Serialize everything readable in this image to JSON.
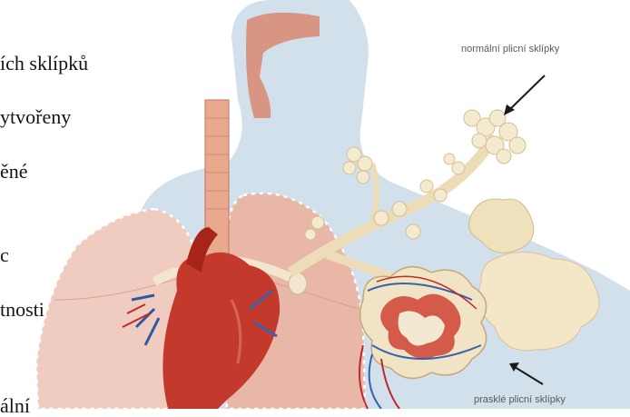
{
  "side_text": [
    "ích sklípků",
    "ytvořeny",
    "ěné",
    "c",
    "tnosti",
    "ální"
  ],
  "annotations": {
    "top_right": "normální plicní sklípky",
    "bottom_right": "prasklé plicní sklípky"
  },
  "colors": {
    "background": "#ffffff",
    "body_silhouette": "#c9dbe6",
    "lung_pink": "#e9b7a8",
    "heart_red": "#b8281f",
    "alveoli_cream": "#f1e6c8",
    "vessel_blue": "#3f5fa8"
  }
}
